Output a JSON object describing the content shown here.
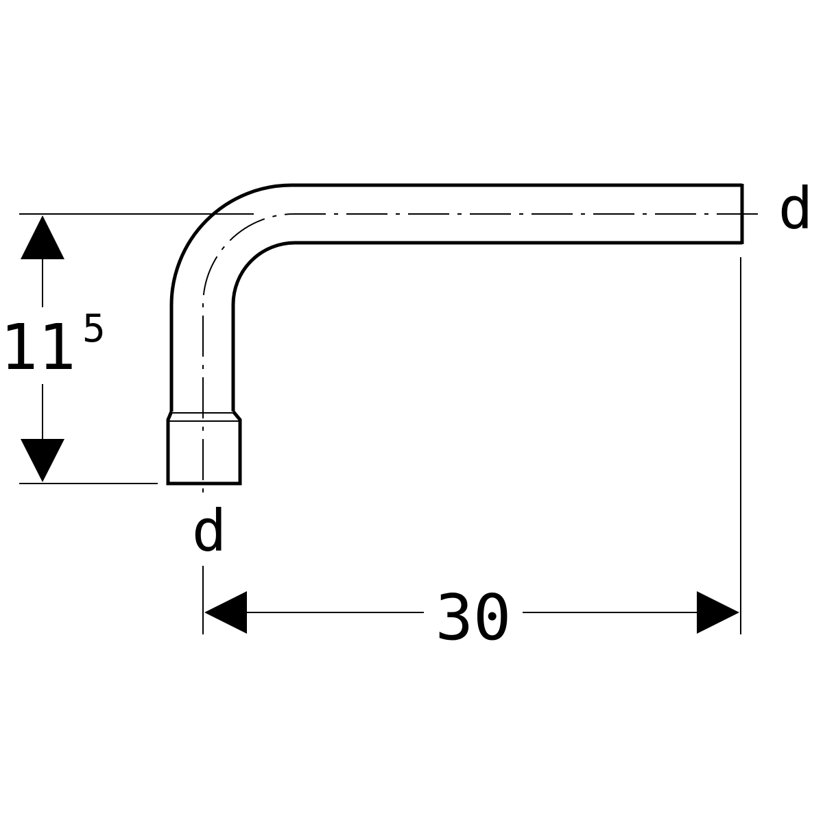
{
  "diagram": {
    "dimensions": {
      "height_main": "11",
      "height_superscript": "5",
      "length": "30",
      "diameter_right": "d",
      "diameter_bottom": "d"
    },
    "colors": {
      "line": "#000000",
      "background": "#ffffff"
    }
  }
}
